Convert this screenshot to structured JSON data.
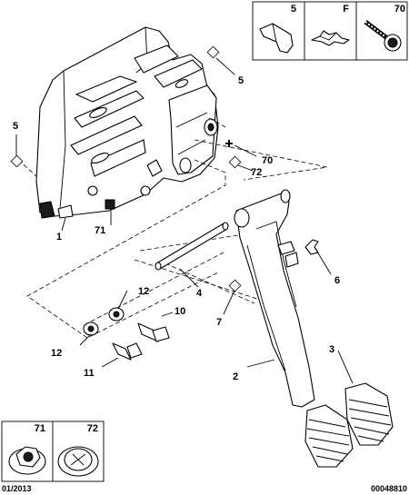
{
  "document_number": "00048810",
  "date_code": "01/2013",
  "callouts": {
    "c1": "1",
    "c2": "2",
    "c3": "3",
    "c4": "4",
    "c5a": "5",
    "c5b": "5",
    "c6": "6",
    "c7": "7",
    "c10": "10",
    "c11": "11",
    "c12a": "12",
    "c12b": "12",
    "c70": "70",
    "c71": "71",
    "c72": "72"
  },
  "top_reference_box": {
    "cells": [
      {
        "number": "5",
        "icon": "clip-icon"
      },
      {
        "number": "F",
        "icon": "spring-clip-icon"
      },
      {
        "number": "70",
        "icon": "screw-icon"
      }
    ]
  },
  "bottom_reference_box": {
    "cells": [
      {
        "number": "71",
        "icon": "flange-nut-icon"
      },
      {
        "number": "72",
        "icon": "cap-icon"
      }
    ]
  }
}
